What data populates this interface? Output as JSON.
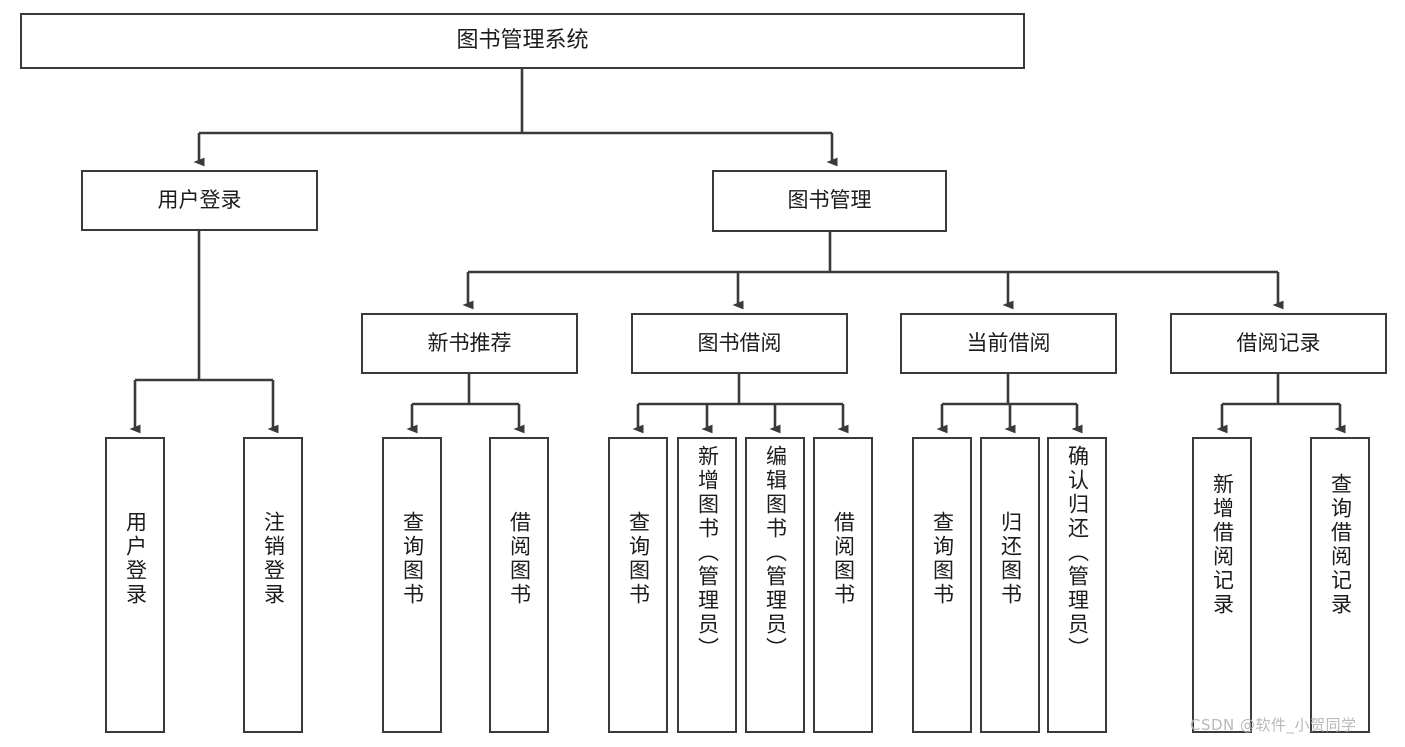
{
  "diagram": {
    "title": "图书管理系统",
    "type": "hierarchy-tree",
    "root": {
      "id": "root",
      "label": "图书管理系统"
    },
    "level2": [
      {
        "id": "user-login",
        "label": "用户登录"
      },
      {
        "id": "book-manage",
        "label": "图书管理"
      }
    ],
    "level3": [
      {
        "id": "new-book-rec",
        "label": "新书推荐",
        "parent": "book-manage"
      },
      {
        "id": "book-borrow",
        "label": "图书借阅",
        "parent": "book-manage"
      },
      {
        "id": "current-borrow",
        "label": "当前借阅",
        "parent": "book-manage"
      },
      {
        "id": "borrow-record",
        "label": "借阅记录",
        "parent": "book-manage"
      }
    ],
    "leaves": [
      {
        "id": "leaf-user-login",
        "label": "用户登录",
        "parent": "user-login"
      },
      {
        "id": "leaf-user-logout",
        "label": "注销登录",
        "parent": "user-login"
      },
      {
        "id": "leaf-query-book-1",
        "label": "查询图书",
        "parent": "new-book-rec"
      },
      {
        "id": "leaf-borrow-book-1",
        "label": "借阅图书",
        "parent": "new-book-rec"
      },
      {
        "id": "leaf-query-book-2",
        "label": "查询图书",
        "parent": "book-borrow"
      },
      {
        "id": "leaf-add-book",
        "label": "新增图书（管理员）",
        "parent": "book-borrow"
      },
      {
        "id": "leaf-edit-book",
        "label": "编辑图书（管理员）",
        "parent": "book-borrow"
      },
      {
        "id": "leaf-borrow-book-2",
        "label": "借阅图书",
        "parent": "book-borrow"
      },
      {
        "id": "leaf-query-book-3",
        "label": "查询图书",
        "parent": "current-borrow"
      },
      {
        "id": "leaf-return-book",
        "label": "归还图书",
        "parent": "current-borrow"
      },
      {
        "id": "leaf-confirm-return",
        "label": "确认归还（管理员）",
        "parent": "current-borrow"
      },
      {
        "id": "leaf-add-record",
        "label": "新增借阅记录",
        "parent": "borrow-record"
      },
      {
        "id": "leaf-query-record",
        "label": "查询借阅记录",
        "parent": "borrow-record"
      }
    ]
  },
  "watermark": {
    "text": "CSDN @软件_小贺同学"
  },
  "colors": {
    "stroke": "#3a3a3a",
    "text": "#1c1c1c",
    "background": "#ffffff",
    "watermark": "#b9b9b9"
  }
}
